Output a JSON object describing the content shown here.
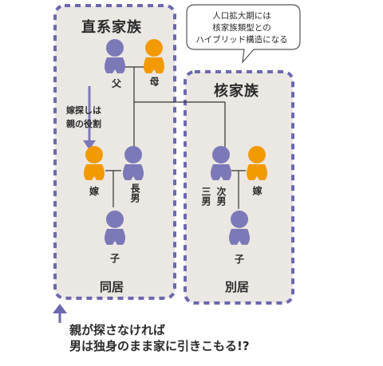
{
  "colors": {
    "male": "#7c79b8",
    "female": "#f39a00",
    "box_fill": "#ebe8e3",
    "box_border": "#6b68b0",
    "line": "#333333"
  },
  "panels": {
    "direct": {
      "title": "直系家族",
      "footer": "同居"
    },
    "nuclear": {
      "title": "核家族",
      "footer": "別居"
    }
  },
  "speech_bubble": {
    "lines": [
      "人口拡大期には",
      "核家族類型との",
      "ハイブリッド構造になる"
    ]
  },
  "note": {
    "lines": [
      "嫁探しは",
      "親の役割"
    ]
  },
  "labels": {
    "father": "父",
    "mother": "母",
    "bride_left": "嫁",
    "eldest_son": "長男",
    "child_left": "子",
    "third_son": "三男",
    "second_son": "次男",
    "bride_right": "嫁",
    "child_right": "子"
  },
  "caption": {
    "lines": [
      "親が探さなければ",
      "男は独身のまま家に引きこもる!?"
    ]
  },
  "icons": {
    "male": "person-male-icon",
    "female": "person-female-icon",
    "arrow": "arrow-icon"
  }
}
